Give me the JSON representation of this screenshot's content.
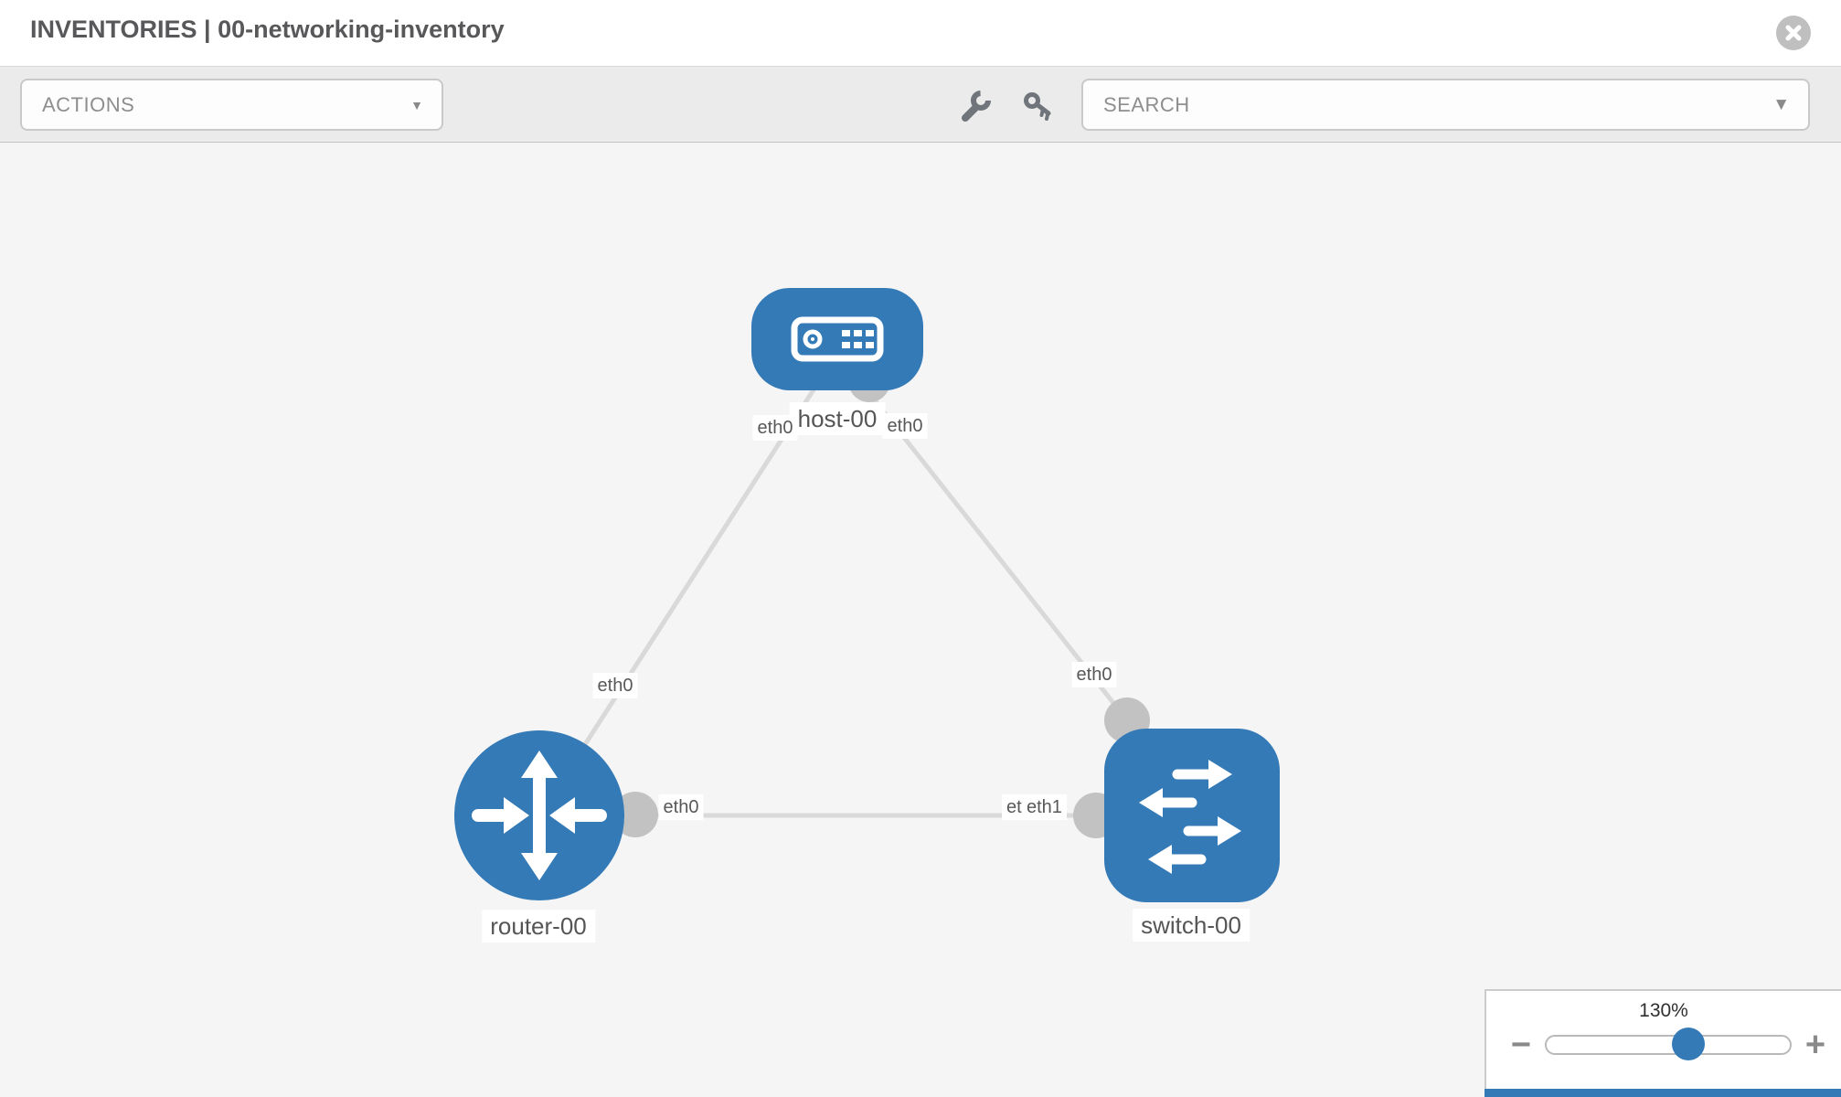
{
  "header": {
    "title": "INVENTORIES | 00-networking-inventory"
  },
  "toolbar": {
    "actions_label": "ACTIONS",
    "search_placeholder": "SEARCH",
    "caret": "▼"
  },
  "topology": {
    "nodes": [
      {
        "id": "host-00",
        "type": "host",
        "label": "host-00",
        "shape": "rounded-rect",
        "icon": "server-icon"
      },
      {
        "id": "router-00",
        "type": "router",
        "label": "router-00",
        "shape": "circle",
        "icon": "router-arrows-icon"
      },
      {
        "id": "switch-00",
        "type": "switch",
        "label": "switch-00",
        "shape": "rounded-square",
        "icon": "switch-arrows-icon"
      }
    ],
    "links": [
      {
        "source": "host-00",
        "target": "router-00",
        "source_interface": "eth0",
        "target_interface": "eth0"
      },
      {
        "source": "host-00",
        "target": "switch-00",
        "source_interface": "eth0",
        "target_interface": "eth0"
      },
      {
        "source": "router-00",
        "target": "switch-00",
        "source_interface": "eth0",
        "target_interface": "eth1"
      }
    ],
    "interface_labels": [
      {
        "text": "eth0"
      },
      {
        "text": "eth0"
      },
      {
        "text": "eth0"
      },
      {
        "text": "eth0"
      },
      {
        "text": "eth0"
      },
      {
        "text": "eth0"
      },
      {
        "text": "eth1"
      }
    ]
  },
  "zoom_control": {
    "level": "130%",
    "minus": "−",
    "plus": "+"
  },
  "icons": {
    "close": "circle-x-icon",
    "wrench": "wrench-icon",
    "key": "key-icon",
    "actions_caret": "caret-down-icon",
    "search_caret": "caret-down-icon"
  },
  "colors": {
    "node_blue": "#337ab7",
    "edge_gray": "#d9d9d9",
    "connector_gray": "#c2c2c2",
    "canvas_bg": "#f5f5f5",
    "toolbar_bg": "#ebebeb"
  }
}
